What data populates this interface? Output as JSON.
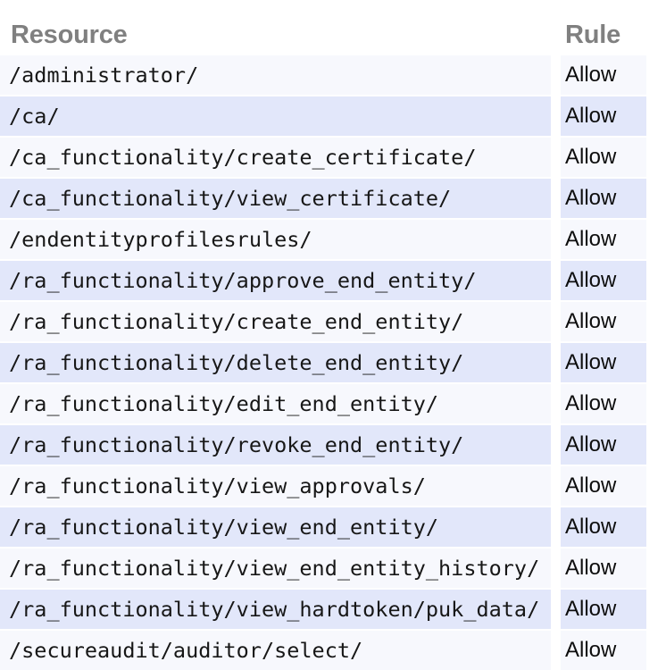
{
  "table": {
    "columns": [
      {
        "key": "resource",
        "label": "Resource"
      },
      {
        "key": "rule",
        "label": "Rule"
      }
    ],
    "rows": [
      {
        "resource": "/administrator/",
        "rule": "Allow"
      },
      {
        "resource": "/ca/",
        "rule": "Allow"
      },
      {
        "resource": "/ca_functionality/create_certificate/",
        "rule": "Allow"
      },
      {
        "resource": "/ca_functionality/view_certificate/",
        "rule": "Allow"
      },
      {
        "resource": "/endentityprofilesrules/",
        "rule": "Allow"
      },
      {
        "resource": "/ra_functionality/approve_end_entity/",
        "rule": "Allow"
      },
      {
        "resource": "/ra_functionality/create_end_entity/",
        "rule": "Allow"
      },
      {
        "resource": "/ra_functionality/delete_end_entity/",
        "rule": "Allow"
      },
      {
        "resource": "/ra_functionality/edit_end_entity/",
        "rule": "Allow"
      },
      {
        "resource": "/ra_functionality/revoke_end_entity/",
        "rule": "Allow"
      },
      {
        "resource": "/ra_functionality/view_approvals/",
        "rule": "Allow"
      },
      {
        "resource": "/ra_functionality/view_end_entity/",
        "rule": "Allow"
      },
      {
        "resource": "/ra_functionality/view_end_entity_history/",
        "rule": "Allow"
      },
      {
        "resource": "/ra_functionality/view_hardtoken/puk_data/",
        "rule": "Allow"
      },
      {
        "resource": "/secureaudit/auditor/select/",
        "rule": "Allow"
      }
    ],
    "row_count": 15,
    "colors": {
      "header_text": "#808080",
      "row_even_background": "#f7f8fd",
      "row_odd_background": "#e2e7fa",
      "page_background": "#ffffff",
      "cell_text": "#171717"
    }
  }
}
